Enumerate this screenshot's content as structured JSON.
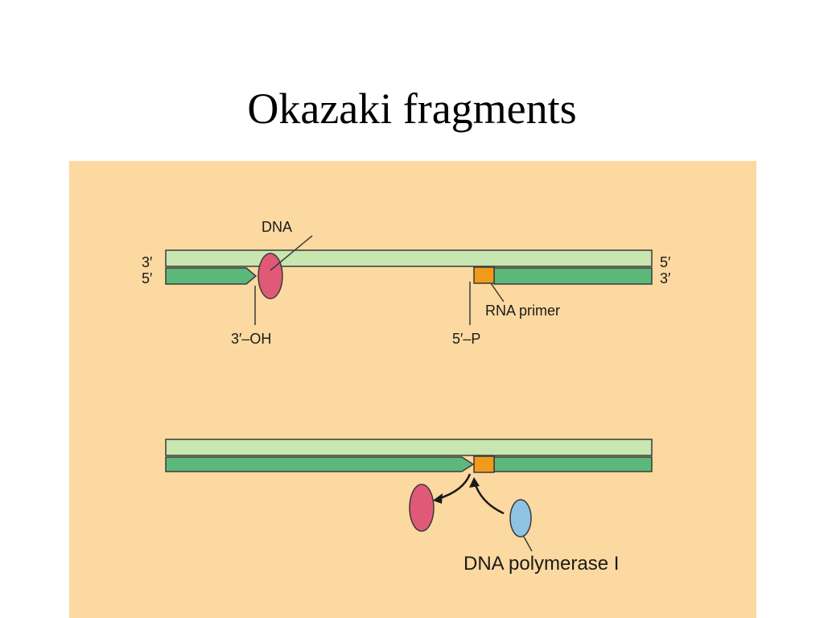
{
  "slide": {
    "title": "Okazaki fragments"
  },
  "colors": {
    "background_panel": "#fcd9a0",
    "template_strand": "#c8e6b0",
    "new_strand": "#5cb87a",
    "strand_outline": "#3a3a3a",
    "rna_primer": "#f29a1a",
    "dna_ligase_blob": "#e05a78",
    "dna_polymerase_blob": "#8ec3e4"
  },
  "figure_top": {
    "left_end_top_label": "3′",
    "left_end_bottom_label": "5′",
    "right_end_top_label": "5′",
    "right_end_bottom_label": "3′",
    "dna_label": "DNA",
    "rna_primer_label": "RNA primer",
    "oh_end_label": "3′–OH",
    "p_end_label": "5′–P"
  },
  "figure_bottom": {
    "polymerase_label": "DNA polymerase I"
  }
}
